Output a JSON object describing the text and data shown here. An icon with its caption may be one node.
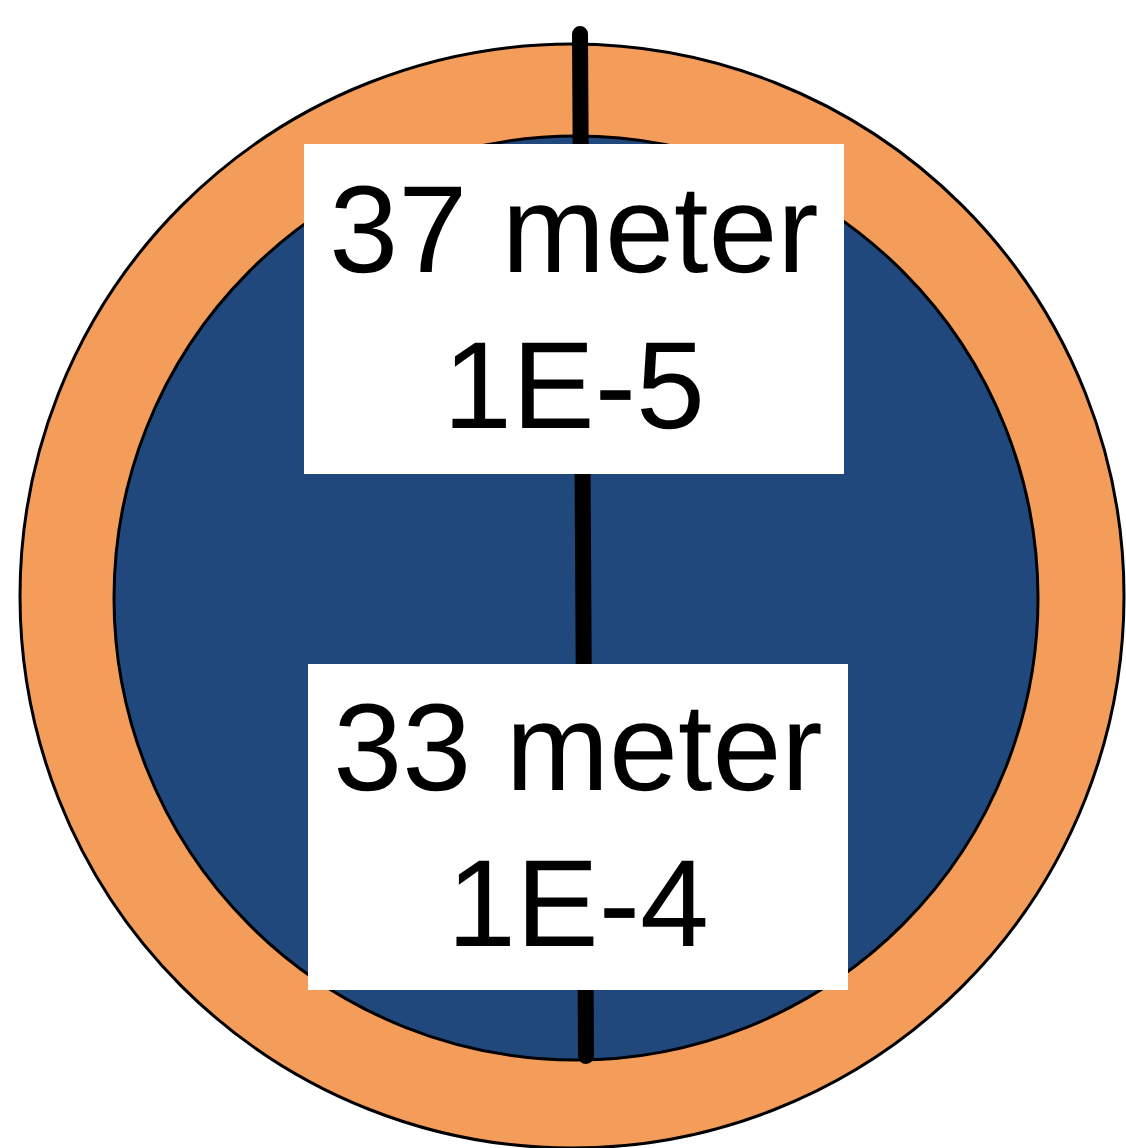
{
  "diagram": {
    "nodes": [
      {
        "text": [
          "37 meter",
          "1E-5"
        ]
      },
      {
        "text": [
          "33 meter",
          "1E-4"
        ]
      }
    ]
  }
}
